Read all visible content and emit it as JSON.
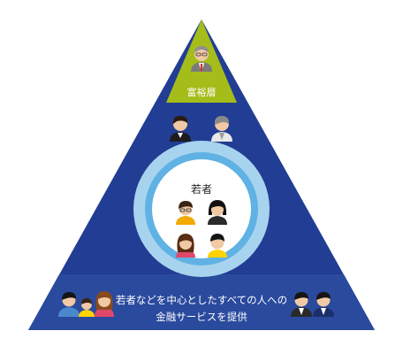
{
  "top_tier": {
    "label": "富裕層",
    "color": "#a5bd1a",
    "icons": [
      "businessman-glasses-icon"
    ]
  },
  "middle_tier": {
    "color": "#213c93",
    "icons": [
      "man-dark-hair-icon",
      "man-gray-hair-icon"
    ]
  },
  "center_circle": {
    "label": "若者",
    "ring_color": "#a8d3ef",
    "inner_ring_color": "#5fb2e3",
    "icons": [
      "young-man-glasses-icon",
      "young-woman-bob-icon",
      "young-woman-long-hair-icon",
      "young-man-yellow-icon"
    ]
  },
  "bottom_tier": {
    "line1": "若者などを中心としたすべての人への",
    "line2": "金融サービスを提供",
    "color": "#2a4a9e",
    "icons_left": [
      "man-blue-icon",
      "child-yellow-icon",
      "woman-pink-icon"
    ],
    "icons_right": [
      "man-suit-icon",
      "man-navy-icon"
    ]
  }
}
